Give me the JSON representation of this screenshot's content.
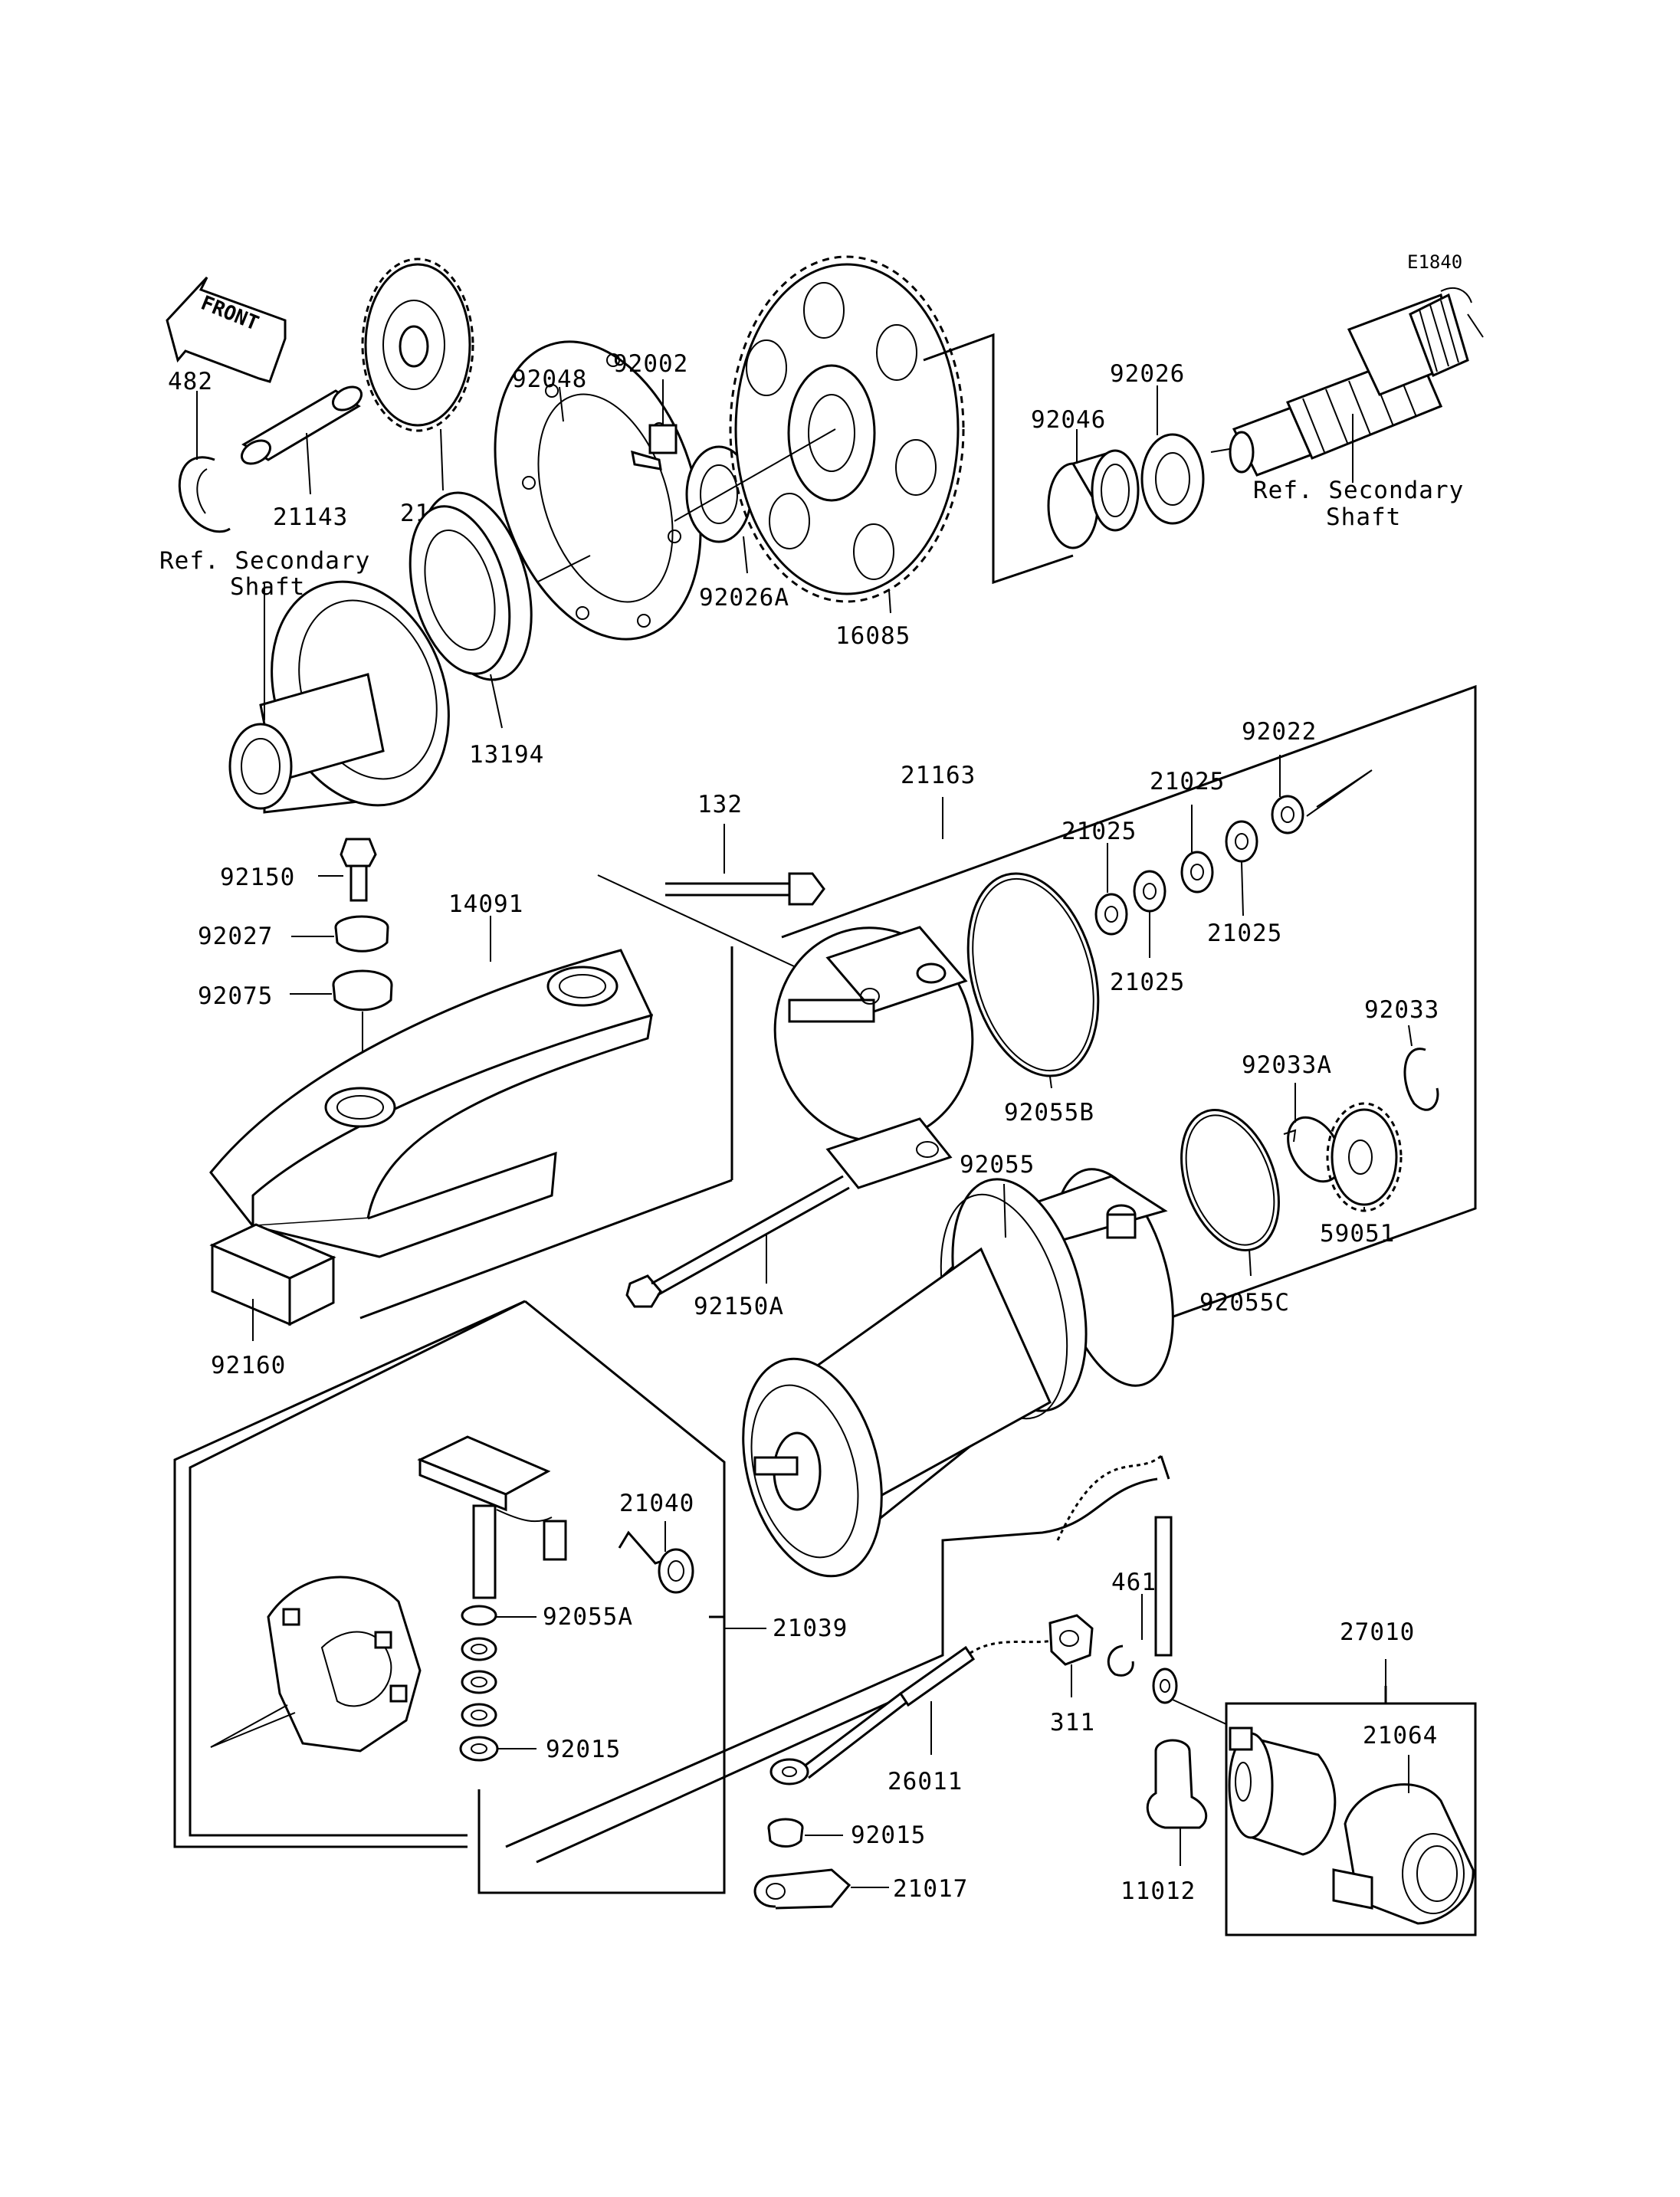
{
  "diagram_code": "E1840",
  "front_label": "FRONT",
  "ref_secondary_shaft_top_right": [
    "Ref. Secondary",
    "Shaft"
  ],
  "ref_secondary_shaft_left": [
    "Ref. Secondary",
    "Shaft"
  ],
  "parts": {
    "p482": "482",
    "p21143": "21143",
    "p21167": "21167",
    "p92048": "92048",
    "p92002": "92002",
    "p92026A": "92026A",
    "p16085": "16085",
    "p92046": "92046",
    "p92026": "92026",
    "p13194": "13194",
    "p21163": "21163",
    "p92022": "92022",
    "p21025_a": "21025",
    "p21025_b": "21025",
    "p21025_c": "21025",
    "p21025_d": "21025",
    "p132": "132",
    "p92150": "92150",
    "p14091": "14091",
    "p92027": "92027",
    "p92075": "92075",
    "p92055B": "92055B",
    "p92033": "92033",
    "p92033A": "92033A",
    "p59051": "59051",
    "p92055": "92055",
    "p92150A": "92150A",
    "p92055C": "92055C",
    "p92160": "92160",
    "p21040": "21040",
    "p92055A": "92055A",
    "p21039": "21039",
    "p92015_a": "92015",
    "p461": "461",
    "p27010": "27010",
    "p311": "311",
    "p21064": "21064",
    "p26011": "26011",
    "p92015_b": "92015",
    "p21017": "21017",
    "p11012": "11012"
  }
}
